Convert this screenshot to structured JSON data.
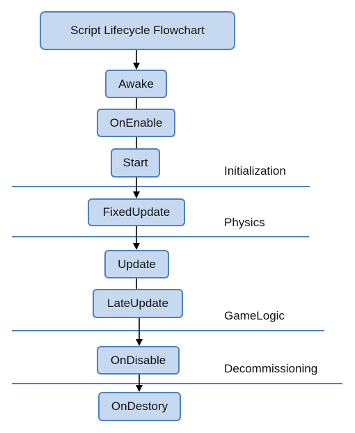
{
  "title": "Script Lifecycle Flowchart",
  "nodes": {
    "awake": "Awake",
    "on_enable": "OnEnable",
    "start": "Start",
    "fixed_update": "FixedUpdate",
    "update": "Update",
    "late_update": "LateUpdate",
    "on_disable": "OnDisable",
    "on_destory": "OnDestory"
  },
  "phases": {
    "initialization": "Initialization",
    "physics": "Physics",
    "game_logic": "GameLogic",
    "decommissioning": "Decommissioning"
  },
  "colors": {
    "node_fill": "#c6d9f1",
    "node_border": "#4f81bd",
    "divider": "#4f81bd",
    "connector": "#000000"
  }
}
